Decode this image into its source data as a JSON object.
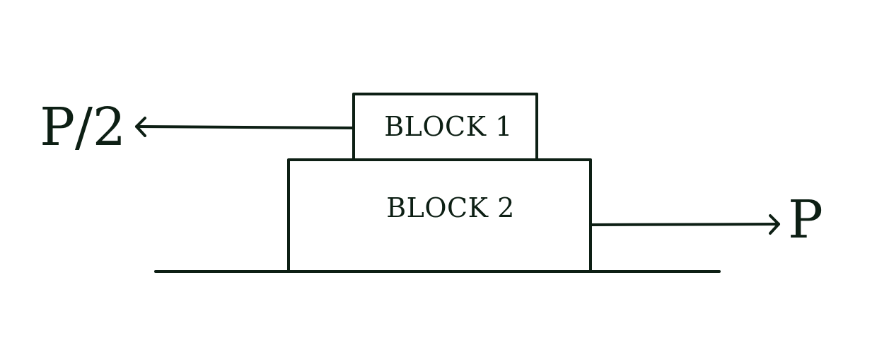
{
  "diagram": {
    "blocks": [
      {
        "label": "BLOCK 1"
      },
      {
        "label": "BLOCK 2"
      }
    ],
    "forces": [
      {
        "label": "P/2",
        "direction": "left"
      },
      {
        "label": "P",
        "direction": "right"
      }
    ],
    "colors": {
      "ink": "#0d1f14",
      "background": "#ffffff"
    }
  }
}
